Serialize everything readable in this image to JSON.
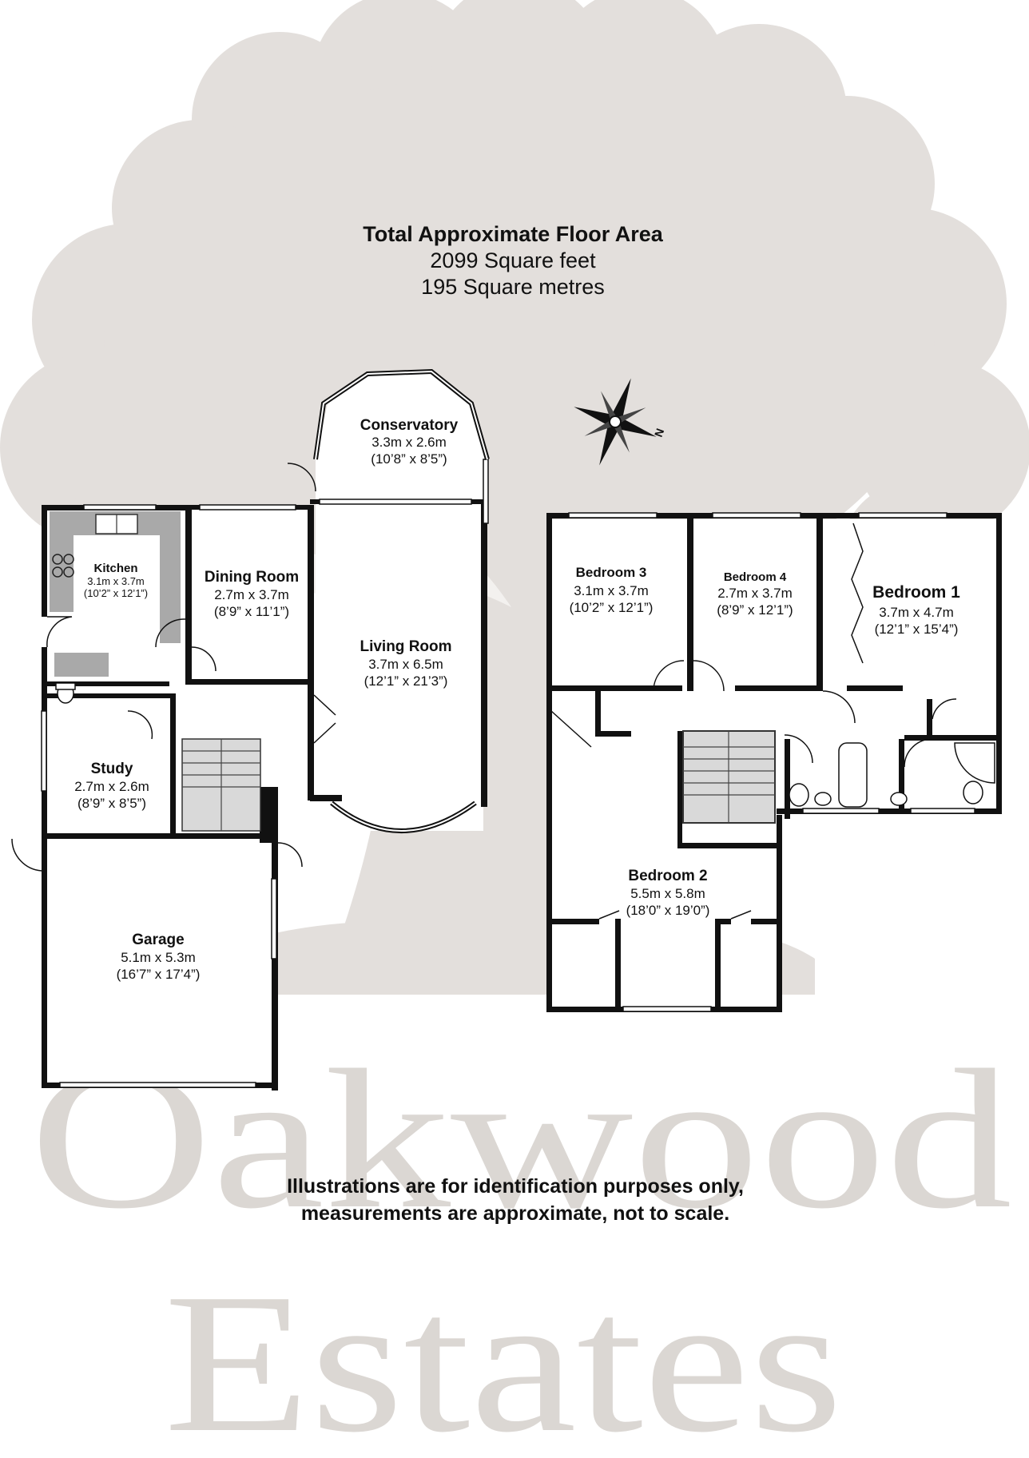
{
  "area": {
    "title": "Total Approximate Floor Area",
    "sq_feet": "2099 Square feet",
    "sq_metres": "195 Square metres"
  },
  "compass": {
    "label": "N"
  },
  "ground_floor": {
    "conservatory": {
      "name": "Conservatory",
      "metric": "3.3m x 2.6m",
      "imperial": "(10’8” x 8’5”)"
    },
    "kitchen": {
      "name": "Kitchen",
      "metric": "3.1m x 3.7m",
      "imperial": "(10’2” x 12’1”)"
    },
    "dining": {
      "name": "Dining Room",
      "metric": "2.7m x 3.7m",
      "imperial": "(8’9” x 11’1”)"
    },
    "living": {
      "name": "Living Room",
      "metric": "3.7m x 6.5m",
      "imperial": "(12’1” x 21’3”)"
    },
    "study": {
      "name": "Study",
      "metric": "2.7m x 2.6m",
      "imperial": "(8’9” x 8’5”)"
    },
    "garage": {
      "name": "Garage",
      "metric": "5.1m x 5.3m",
      "imperial": "(16’7” x 17’4”)"
    }
  },
  "first_floor": {
    "bedroom3": {
      "name": "Bedroom 3",
      "metric": "3.1m x 3.7m",
      "imperial": "(10’2” x 12’1”)"
    },
    "bedroom4": {
      "name": "Bedroom 4",
      "metric": "2.7m x 3.7m",
      "imperial": "(8’9” x 12’1”)"
    },
    "bedroom1": {
      "name": "Bedroom 1",
      "metric": "3.7m x 4.7m",
      "imperial": "(12’1” x 15’4”)"
    },
    "bedroom2": {
      "name": "Bedroom 2",
      "metric": "5.5m x 5.8m",
      "imperial": "(18’0” x 19’0”)"
    }
  },
  "disclaimer": {
    "line1": "Illustrations are for identification purposes only,",
    "line2": "measurements are approximate, not to scale."
  },
  "watermark": {
    "line1": "Oakwood",
    "line2": "Estates"
  },
  "colors": {
    "tree": "#e3dfdc",
    "watermark": "#cfcac5",
    "kitchen_fixtures": "#a9a9a9",
    "stairs": "#d9d9d9",
    "walls": "#111111"
  }
}
